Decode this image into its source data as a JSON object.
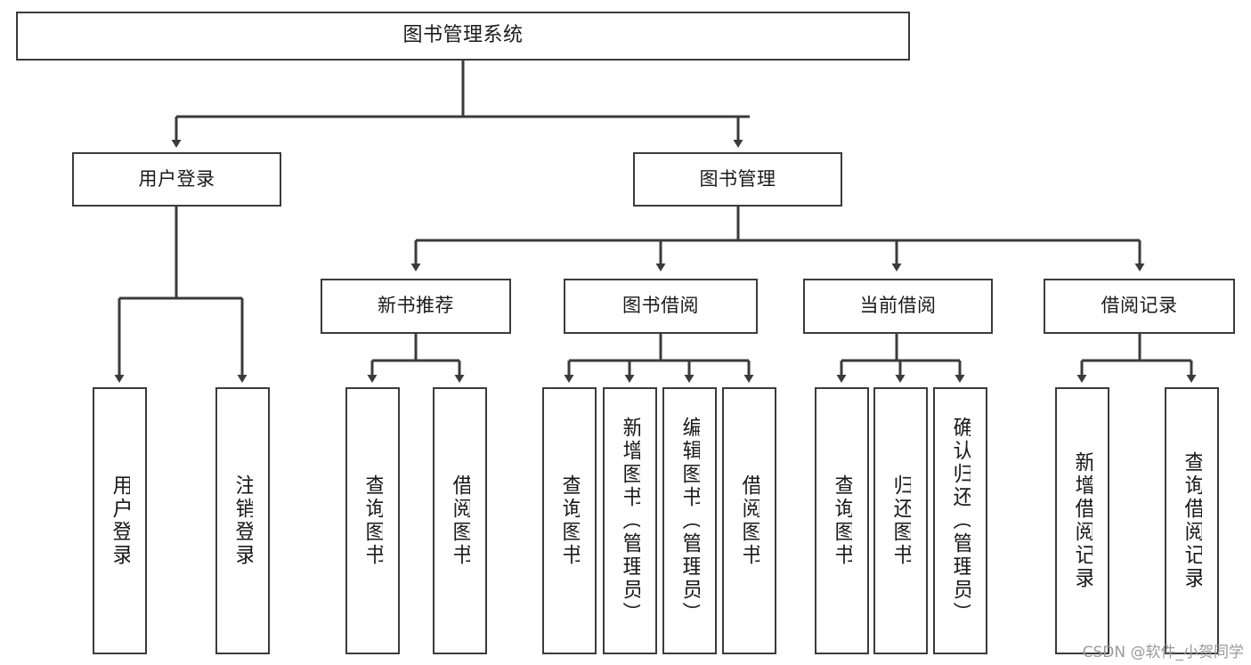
{
  "diagram": {
    "title": "图书管理系统",
    "type": "tree",
    "watermark": "CSDN @软件_小贺同学",
    "root": {
      "label": "图书管理系统"
    },
    "level2": [
      {
        "label": "用户登录"
      },
      {
        "label": "图书管理"
      }
    ],
    "level3": [
      {
        "label": "新书推荐"
      },
      {
        "label": "图书借阅"
      },
      {
        "label": "当前借阅"
      },
      {
        "label": "借阅记录"
      }
    ],
    "leaves": {
      "user_login": [
        {
          "label": "用户登录"
        },
        {
          "label": "注销登录"
        }
      ],
      "new_book_recommend": [
        {
          "label": "查询图书"
        },
        {
          "label": "借阅图书"
        }
      ],
      "book_borrow": [
        {
          "label": "查询图书"
        },
        {
          "label": "新增图书（管理员）"
        },
        {
          "label": "编辑图书（管理员）"
        },
        {
          "label": "借阅图书"
        }
      ],
      "current_borrow": [
        {
          "label": "查询图书"
        },
        {
          "label": "归还图书"
        },
        {
          "label": "确认归还（管理员）"
        }
      ],
      "borrow_record": [
        {
          "label": "新增借阅记录"
        },
        {
          "label": "查询借阅记录"
        }
      ]
    },
    "colors": {
      "stroke": "#3b3b3b",
      "fill": "#ffffff",
      "text": "#1a1a1a",
      "watermark": "#9a9a9a"
    }
  }
}
